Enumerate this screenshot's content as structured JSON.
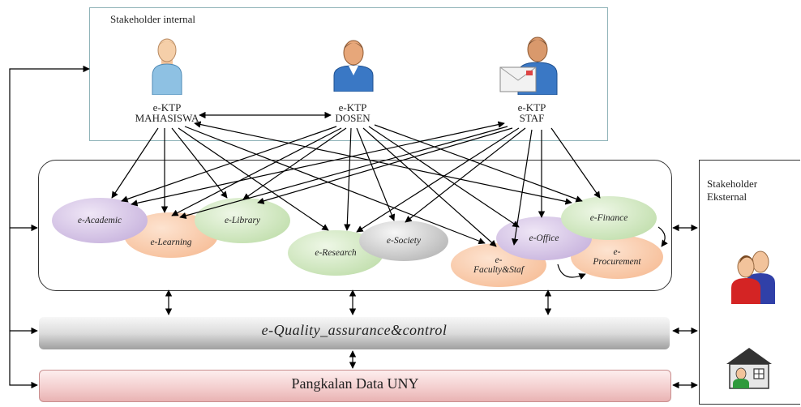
{
  "stakeholder_internal": {
    "title": "Stakeholder internal",
    "actors": [
      {
        "name": "e-KTP",
        "role": "MAHASISWA"
      },
      {
        "name": "e-KTP",
        "role": "DOSEN"
      },
      {
        "name": "e-KTP",
        "role": "STAF"
      }
    ]
  },
  "stakeholder_external": {
    "title_line1": "Stakeholder",
    "title_line2": "Eksternal"
  },
  "modules": {
    "academic": "e-Academic",
    "learning": "e-Learning",
    "library": "e-Library",
    "research": "e-Research",
    "society": "e-Society",
    "faculty_line1": "e-",
    "faculty_line2": "Faculty&Staf",
    "office": "e-Office",
    "finance": "e-Finance",
    "procurement_line1": "e-",
    "procurement_line2": "Procurement"
  },
  "quality_bar": "e-Quality_assurance&control",
  "database_bar": "Pangkalan Data UNY",
  "colors": {
    "purple": "#d9cbe8",
    "peach": "#f7c9a8",
    "green": "#d3e9c2",
    "grey": "#c9c9c9"
  }
}
